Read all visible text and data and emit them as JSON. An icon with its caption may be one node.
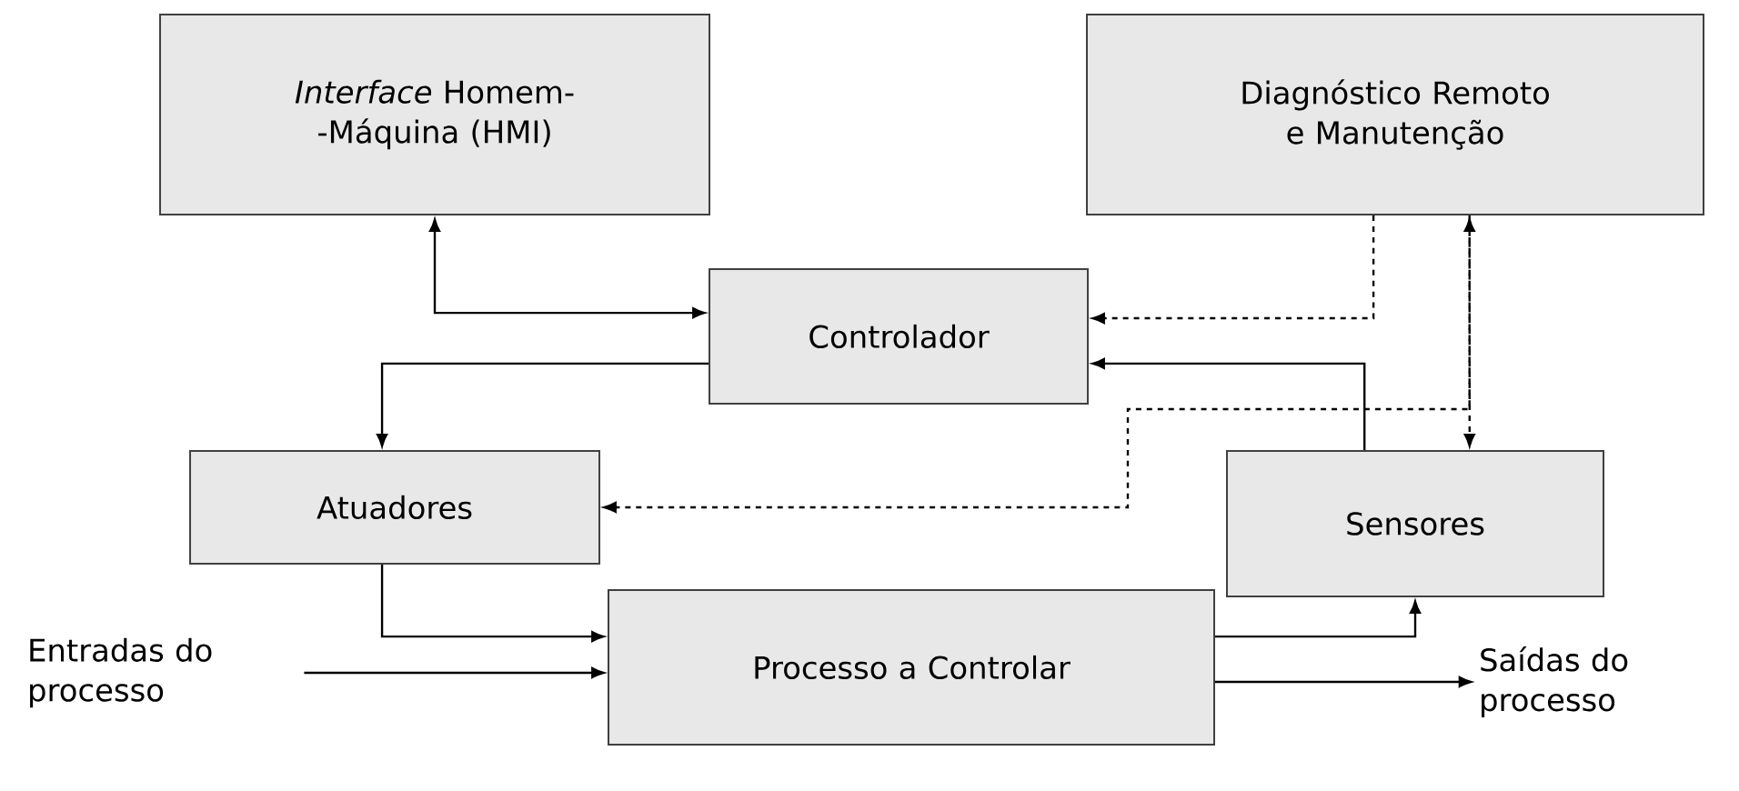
{
  "diagram": {
    "nodes": [
      {
        "text": [
          "*Interface* Homem- -Máquina (HMI)"
        ]
      },
      {
        "text": [
          "Diagnóstico Remoto e Manutenção"
        ]
      },
      {
        "text": [
          "Controlador"
        ]
      },
      {
        "text": [
          "Atuadores"
        ]
      },
      {
        "text": [
          "Sensores"
        ]
      },
      {
        "text": [
          "Processo a Controlar"
        ]
      },
      {
        "text": [
          "Entradas do processo"
        ]
      },
      {
        "text": [
          "Saídas do processo"
        ]
      }
    ],
    "edges": [
      {
        "from": 0,
        "to": 2,
        "arrow": "both"
      },
      {
        "from": 1,
        "to": 2,
        "arrow": "to",
        "style": "dashed"
      },
      {
        "from": 2,
        "to": 3,
        "arrow": "to"
      },
      {
        "from": 4,
        "to": 2,
        "arrow": "to"
      },
      {
        "from": 1,
        "to": 4,
        "arrow": "both",
        "style": "dashed"
      },
      {
        "from": 1,
        "to": 3,
        "arrow": "to",
        "style": "dashed"
      },
      {
        "from": 3,
        "to": 5,
        "arrow": "to"
      },
      {
        "from": 6,
        "to": 5,
        "arrow": "to"
      },
      {
        "from": 5,
        "to": 4,
        "arrow": "to"
      },
      {
        "from": 5,
        "to": 7,
        "arrow": "to"
      }
    ]
  }
}
